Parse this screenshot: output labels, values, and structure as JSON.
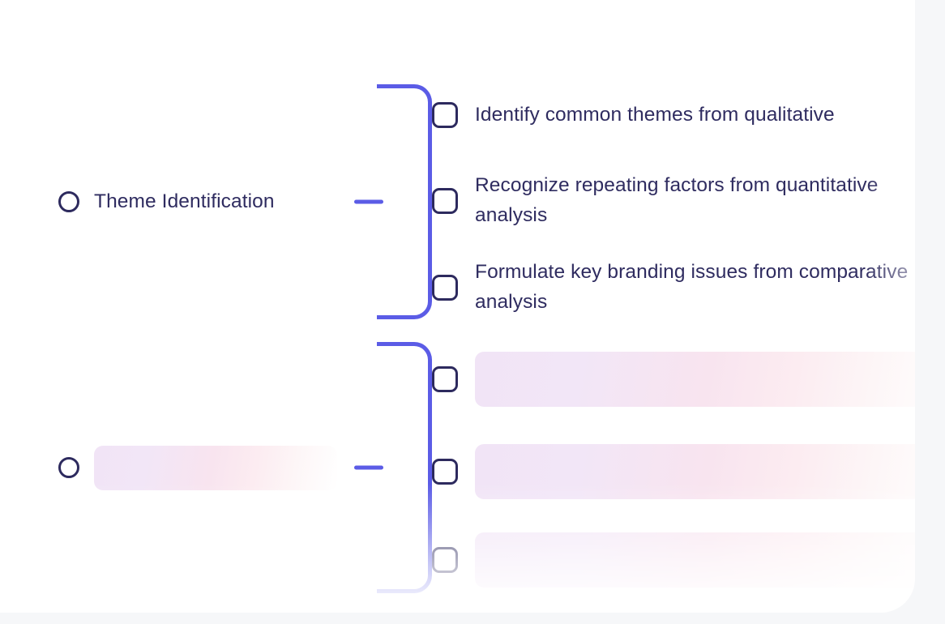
{
  "theme": {
    "page_background": "#f6f7f9",
    "card_background": "#ffffff",
    "text_color": "#2f2c60",
    "node_outline_color": "#2d2a5e",
    "connector_color": "#5b5ce6",
    "skeleton_from": "#f1e4f6",
    "skeleton_to": "#ffffff"
  },
  "tree": {
    "groups": [
      {
        "id": "theme-identification",
        "state": "loaded",
        "parent": {
          "icon": "radio-circle-icon",
          "label": "Theme Identification"
        },
        "children": [
          {
            "icon": "checkbox-icon",
            "label": "Identify common themes from qualitative"
          },
          {
            "icon": "checkbox-icon",
            "label": "Recognize repeating factors from quantitative analysis"
          },
          {
            "icon": "checkbox-icon",
            "label": "Formulate key branding issues from comparative analysis"
          }
        ]
      },
      {
        "id": "loading-group",
        "state": "loading",
        "parent": {
          "icon": "radio-circle-icon",
          "label": ""
        },
        "children": [
          {
            "icon": "checkbox-icon",
            "label": ""
          },
          {
            "icon": "checkbox-icon",
            "label": ""
          },
          {
            "icon": "checkbox-icon",
            "label": ""
          }
        ]
      }
    ]
  }
}
